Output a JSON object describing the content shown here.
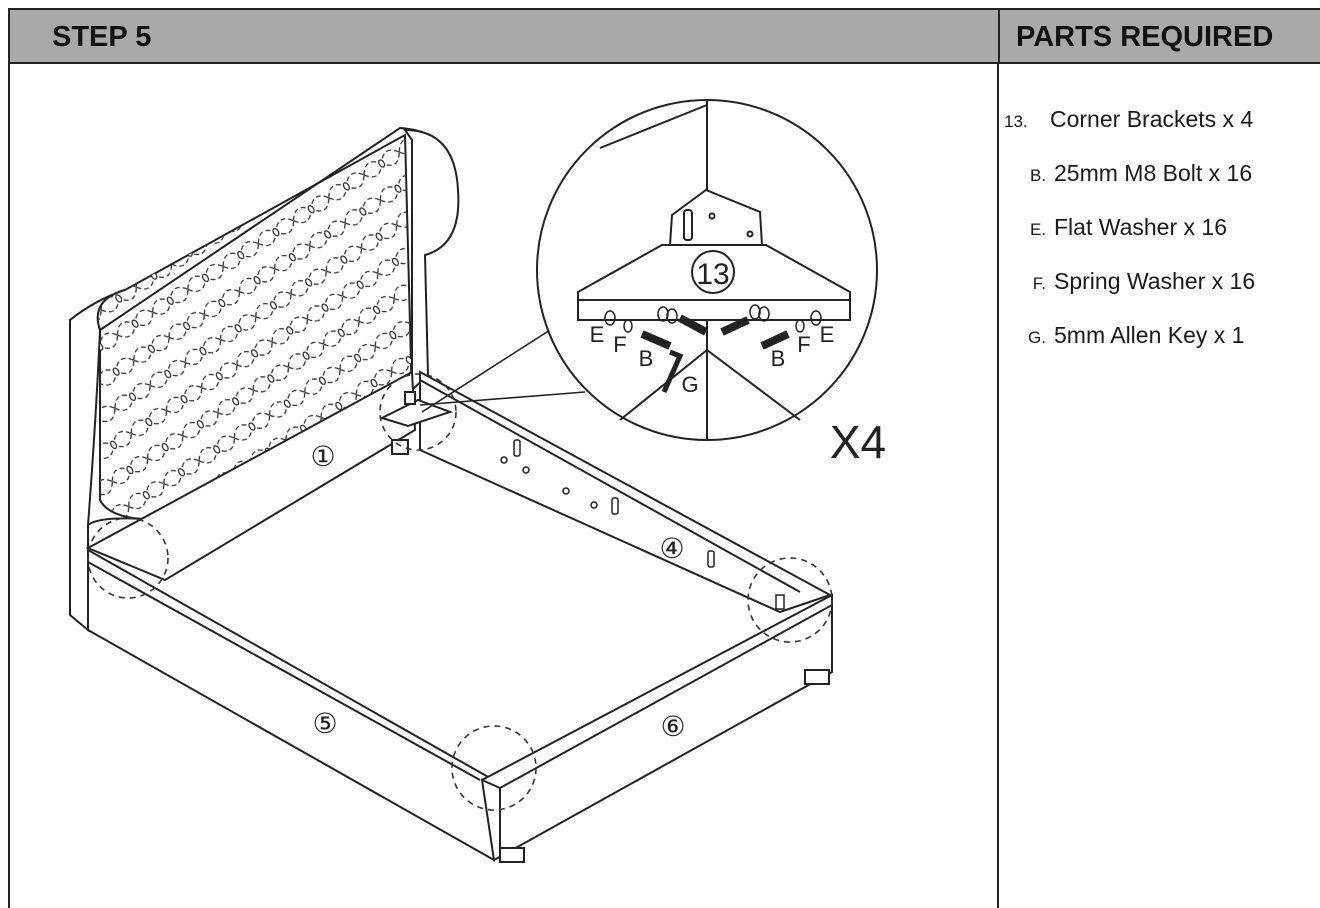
{
  "header": {
    "step_title": "STEP 5",
    "parts_title": "PARTS REQUIRED"
  },
  "parts": [
    {
      "code": "13.",
      "desc": "Corner Brackets x 4"
    },
    {
      "code": "B.",
      "desc": "25mm M8 Bolt  x 16"
    },
    {
      "code": "E.",
      "desc": "Flat Washer  x 16"
    },
    {
      "code": "F.",
      "desc": "Spring Washer  x 16"
    },
    {
      "code": "G.",
      "desc": "5mm Allen Key  x 1"
    }
  ],
  "diagram": {
    "panel_labels": {
      "p1": "①",
      "p4": "④",
      "p5": "⑤",
      "p6": "⑥"
    },
    "detail_number": "13",
    "multiplier": "X4",
    "callouts": {
      "e_left": "E",
      "f_left": "F",
      "b_left": "B",
      "g": "G",
      "b_right": "B",
      "f_right": "F",
      "e_right": "E"
    }
  }
}
